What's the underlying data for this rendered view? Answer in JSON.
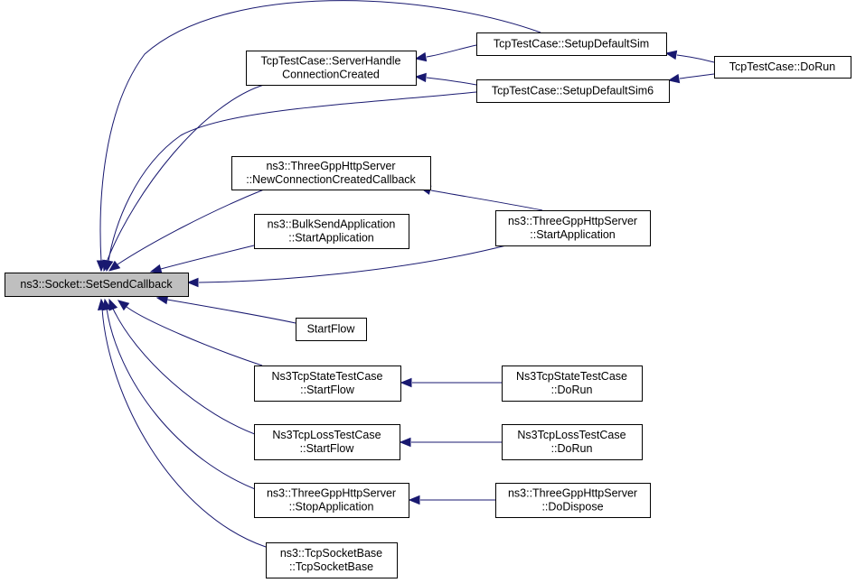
{
  "graph": {
    "title": "",
    "colors": {
      "edge": "#191970",
      "root_fill": "#bfbfbf",
      "node_fill": "#ffffff",
      "node_border": "#000000"
    },
    "nodes": [
      {
        "id": "root",
        "lines": [
          "ns3::Socket::SetSendCallback"
        ],
        "root": true
      },
      {
        "id": "server-handle-connection-created",
        "lines": [
          "TcpTestCase::ServerHandle",
          "ConnectionCreated"
        ]
      },
      {
        "id": "setup-default-sim",
        "lines": [
          "TcpTestCase::SetupDefaultSim"
        ]
      },
      {
        "id": "setup-default-sim6",
        "lines": [
          "TcpTestCase::SetupDefaultSim6"
        ]
      },
      {
        "id": "tcp-test-case-do-run",
        "lines": [
          "TcpTestCase::DoRun"
        ]
      },
      {
        "id": "new-connection-created-callback",
        "lines": [
          "ns3::ThreeGppHttpServer",
          "::NewConnectionCreatedCallback"
        ]
      },
      {
        "id": "bulk-send-start-application",
        "lines": [
          "ns3::BulkSendApplication",
          "::StartApplication"
        ]
      },
      {
        "id": "http-server-start-application",
        "lines": [
          "ns3::ThreeGppHttpServer",
          "::StartApplication"
        ]
      },
      {
        "id": "start-flow",
        "lines": [
          "StartFlow"
        ]
      },
      {
        "id": "state-test-start-flow",
        "lines": [
          "Ns3TcpStateTestCase",
          "::StartFlow"
        ]
      },
      {
        "id": "state-test-do-run",
        "lines": [
          "Ns3TcpStateTestCase",
          "::DoRun"
        ]
      },
      {
        "id": "loss-test-start-flow",
        "lines": [
          "Ns3TcpLossTestCase",
          "::StartFlow"
        ]
      },
      {
        "id": "loss-test-do-run",
        "lines": [
          "Ns3TcpLossTestCase",
          "::DoRun"
        ]
      },
      {
        "id": "http-server-stop-application",
        "lines": [
          "ns3::ThreeGppHttpServer",
          "::StopApplication"
        ]
      },
      {
        "id": "http-server-do-dispose",
        "lines": [
          "ns3::ThreeGppHttpServer",
          "::DoDispose"
        ]
      },
      {
        "id": "tcp-socket-base",
        "lines": [
          "ns3::TcpSocketBase",
          "::TcpSocketBase"
        ]
      }
    ],
    "edges": [
      {
        "from": "server-handle-connection-created",
        "to": "root"
      },
      {
        "from": "setup-default-sim",
        "to": "root"
      },
      {
        "from": "setup-default-sim6",
        "to": "root"
      },
      {
        "from": "setup-default-sim",
        "to": "server-handle-connection-created"
      },
      {
        "from": "setup-default-sim6",
        "to": "server-handle-connection-created"
      },
      {
        "from": "tcp-test-case-do-run",
        "to": "setup-default-sim"
      },
      {
        "from": "tcp-test-case-do-run",
        "to": "setup-default-sim6"
      },
      {
        "from": "new-connection-created-callback",
        "to": "root"
      },
      {
        "from": "http-server-start-application",
        "to": "new-connection-created-callback"
      },
      {
        "from": "bulk-send-start-application",
        "to": "root"
      },
      {
        "from": "http-server-start-application",
        "to": "root"
      },
      {
        "from": "start-flow",
        "to": "root"
      },
      {
        "from": "state-test-start-flow",
        "to": "root"
      },
      {
        "from": "state-test-do-run",
        "to": "state-test-start-flow"
      },
      {
        "from": "loss-test-start-flow",
        "to": "root"
      },
      {
        "from": "loss-test-do-run",
        "to": "loss-test-start-flow"
      },
      {
        "from": "http-server-stop-application",
        "to": "root"
      },
      {
        "from": "http-server-do-dispose",
        "to": "http-server-stop-application"
      },
      {
        "from": "tcp-socket-base",
        "to": "root"
      }
    ]
  }
}
